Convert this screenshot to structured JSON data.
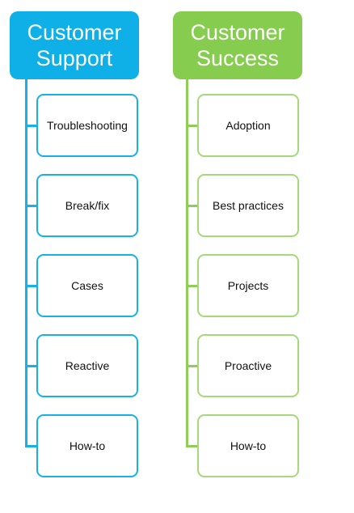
{
  "support": {
    "title": "Customer Support",
    "color": "#0fb0e8",
    "items": [
      "Troubleshooting",
      "Break/fix",
      "Cases",
      "Reactive",
      "How-to"
    ]
  },
  "success": {
    "title": "Customer Success",
    "color": "#86cc4e",
    "items": [
      "Adoption",
      "Best practices",
      "Projects",
      "Proactive",
      "How-to"
    ]
  }
}
